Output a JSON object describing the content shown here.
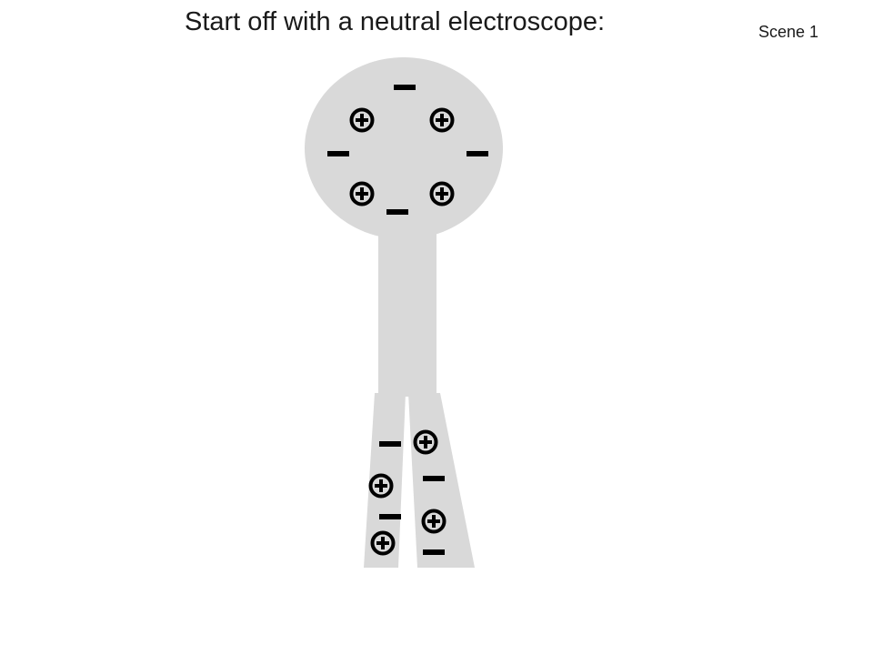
{
  "slide": {
    "title": "Start off with a neutral electroscope:",
    "scene_label": "Scene 1"
  },
  "electroscope": {
    "body_color": "#d9d9d9",
    "mark_color": "#000000",
    "charge_state": "neutral",
    "bulb": {
      "positive_count": 4,
      "negative_count": 4
    },
    "leaves": {
      "left": {
        "positive_count": 2,
        "negative_count": 2
      },
      "right": {
        "positive_count": 2,
        "negative_count": 2
      }
    }
  }
}
